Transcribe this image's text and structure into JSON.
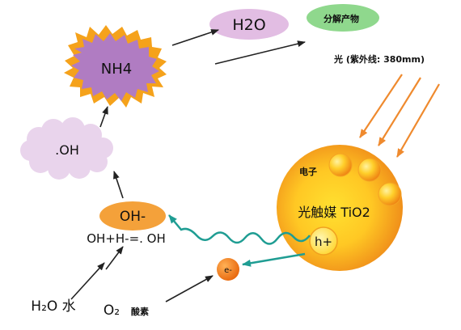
{
  "nodes": {
    "h2o_product": "H2O",
    "decomposition_product": "分解产物",
    "nh4": "NH4",
    "hydroxyl_radical": ".OH",
    "hydroxide_ion": "OH-",
    "reaction": "OH+H-=. OH",
    "water": "H₂O 水",
    "oxygen_formula": "O₂",
    "oxygen_name": "酸素",
    "electron_free": "e-",
    "light_label": "光 (紫外线: 380mm)",
    "photocatalyst": "光触媒 TiO2",
    "electron_label": "电子",
    "hole": "h+"
  },
  "colors": {
    "nh4_fill": "#b07cc2",
    "nh4_star_back": "#f5a21b",
    "h2o_fill": "#e2bde3",
    "decomposition_fill": "#8fd88d",
    "hydroxyl_fill": "#e9d4ec",
    "hydroxide_fill": "#f4a13a",
    "sphere_outer": "#f08f1a",
    "sphere_inner": "#ffd327",
    "wave": "#1f9d93",
    "light_rays": "#ef8a2e",
    "arrows": "#222222"
  }
}
